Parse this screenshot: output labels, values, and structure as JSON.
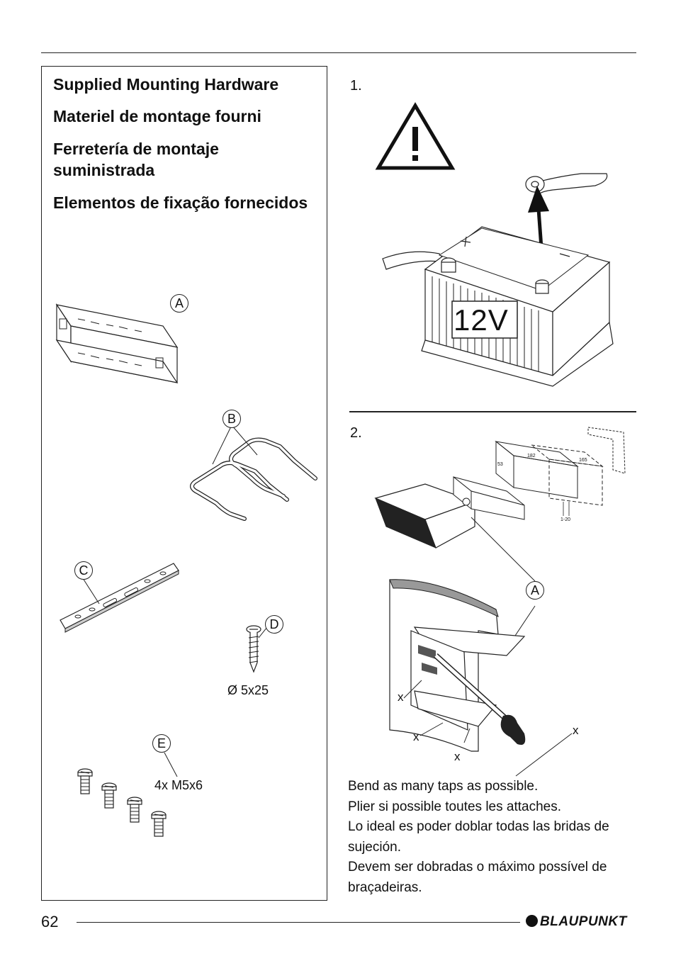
{
  "headings": {
    "en": "Supplied Mounting Hardware",
    "fr": "Materiel de montage fourni",
    "es": "Ferretería de montaje suministrada",
    "pt": "Elementos de fixação fornecidos"
  },
  "parts": {
    "a": "A",
    "b": "B",
    "c": "C",
    "d": "D",
    "e": "E",
    "d_spec": "Ø 5x25",
    "e_spec": "4x M5x6"
  },
  "step1": {
    "number": "1.",
    "battery_label": "12V"
  },
  "step2": {
    "number": "2.",
    "part_ref": "A",
    "dims": [
      "182",
      "165",
      "53",
      "1-20"
    ],
    "x_marks": [
      "x",
      "x",
      "x",
      "x"
    ]
  },
  "instructions": [
    "Bend as many taps as possible.",
    "Plier si possible toutes les attaches.",
    "Lo ideal es poder doblar todas las bridas de sujeción.",
    "Devem ser dobradas o máximo possível de braçadeiras."
  ],
  "footer": {
    "page_number": "62",
    "brand": "BLAUPUNKT"
  }
}
